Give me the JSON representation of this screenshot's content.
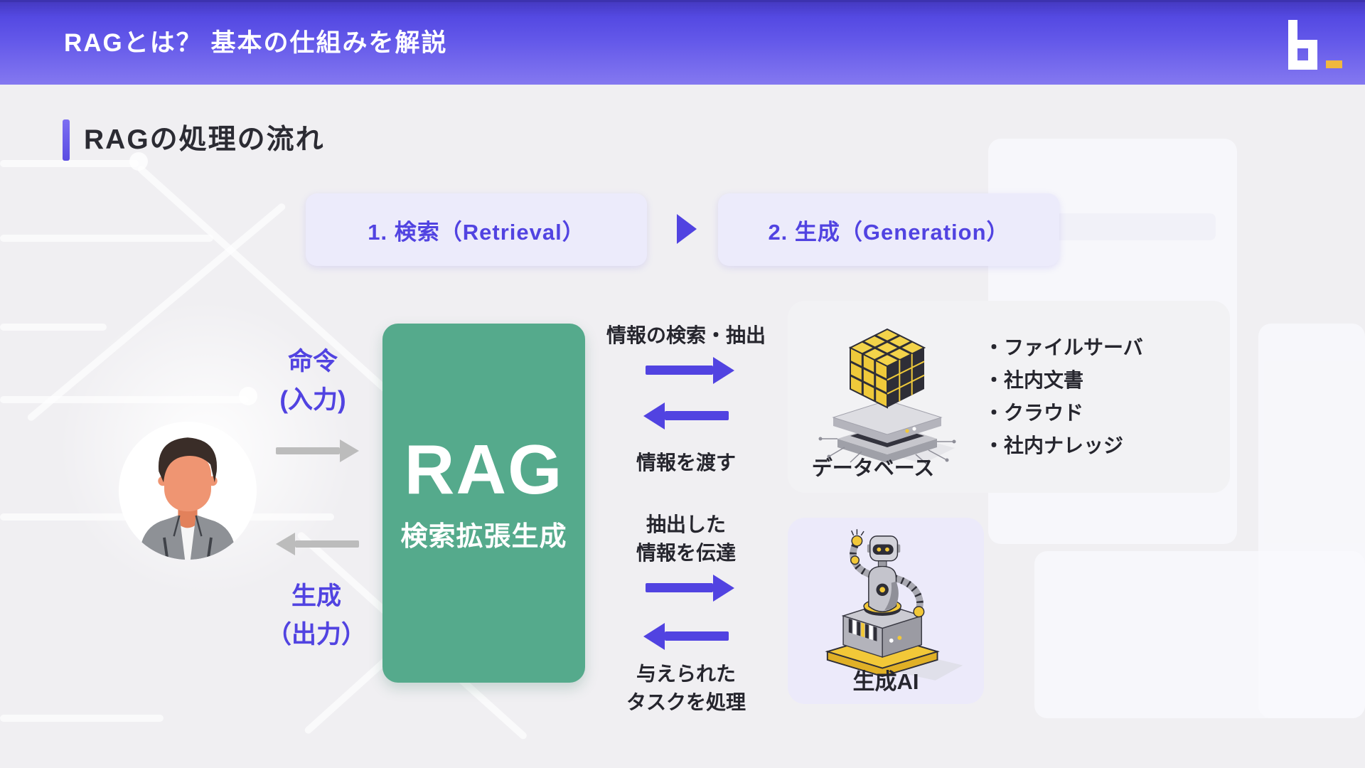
{
  "header": {
    "title": "RAGとは？ 基本の仕組みを解説"
  },
  "section_heading": "RAGの処理の流れ",
  "steps": [
    {
      "label": "1. 検索（Retrieval）"
    },
    {
      "label": "2. 生成（Generation）"
    }
  ],
  "user_flow": {
    "input_line1": "命令",
    "input_line2": "(入力)",
    "output_line1": "生成",
    "output_line2": "（出力）"
  },
  "rag_box": {
    "title": "RAG",
    "subtitle": "検索拡張生成"
  },
  "retrieval_flow": {
    "request_label": "情報の検索・抽出",
    "response_label": "情報を渡す"
  },
  "generation_flow": {
    "request_line1": "抽出した",
    "request_line2": "情報を伝達",
    "response_line1": "与えられた",
    "response_line2": "タスクを処理"
  },
  "database_panel": {
    "caption": "データベース",
    "items": [
      "・ファイルサーバ",
      "・社内文書",
      "・クラウド",
      "・社内ナレッジ"
    ]
  },
  "ai_panel": {
    "caption": "生成AI"
  },
  "colors": {
    "accent_purple": "#5143e1",
    "rag_green": "#55aa8c",
    "logo_orange": "#f0b83f",
    "cube_yellow": "#efc93a"
  }
}
